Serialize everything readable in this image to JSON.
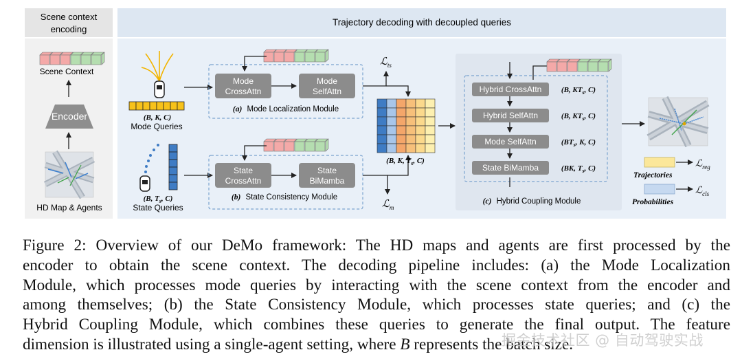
{
  "figure": {
    "panels": {
      "encoding_title_1": "Scene context",
      "encoding_title_2": "encoding",
      "decoding_title": "Trajectory decoding with decoupled queries"
    },
    "encoder": {
      "scene_context": "Scene Context",
      "encoder": "Encoder",
      "hd_map": "HD Map & Agents"
    },
    "mode_branch": {
      "dims": "(B, K, C)",
      "queries": "Mode Queries",
      "cross_attn_1": "Mode",
      "cross_attn_2": "CrossAttn",
      "self_attn_1": "Mode",
      "self_attn_2": "SelfAttn",
      "module_tag": "(a)",
      "module": "Mode Localization Module"
    },
    "state_branch": {
      "dims": "(B, T",
      "dims_sub": "s",
      "dims_end": ", C)",
      "queries": "State Queries",
      "cross_attn_1": "State",
      "cross_attn_2": "CrossAttn",
      "bimamba_1": "State",
      "bimamba_2": "BiMamba",
      "module_tag": "(b)",
      "module": "State Consistency Module"
    },
    "tensor": {
      "dims": "(B, K, T",
      "dims_sub": "s",
      "dims_end": ", C)"
    },
    "losses": {
      "ts": "ts",
      "m": "m",
      "reg": "reg",
      "cls": "cls"
    },
    "hybrid": {
      "rows": [
        {
          "label": "Hybrid CrossAttn",
          "dims": "(B, KT",
          "sub": "s",
          "end": ", C)"
        },
        {
          "label": "Hybrid SelfAttn",
          "dims": "(B, KT",
          "sub": "s",
          "end": ", C)"
        },
        {
          "label": "Mode SelfAttn",
          "dims": "(BT",
          "sub": "s",
          "end": ", K, C)"
        },
        {
          "label": "State BiMamba",
          "dims": "(BK, T",
          "sub": "s",
          "end": ", C)"
        }
      ],
      "module_tag": "(c)",
      "module": "Hybrid Coupling Module"
    },
    "outputs": {
      "trajectories": "Trajectories",
      "probabilities": "Probabilities"
    },
    "colors": {
      "panel_bg": "#e9f0f8",
      "header_bg": "#dde7f2",
      "enc_header_bg": "#e5e5e5",
      "block_grey": "#8c8c8c",
      "token_pink": "#f4a9a8",
      "token_green": "#b5deb0",
      "mode_query_yellow": "#f7c21a",
      "state_query_blue": "#3f7cc4",
      "traj_yellow": "#fbe79a",
      "prob_blue": "#c6d9f0"
    }
  },
  "caption": {
    "lines": [
      "Figure 2: Overview of our DeMo framework: The HD maps and agents are first processed by the",
      "encoder to obtain the scene context.  The decoding pipeline includes: (a) the Mode Localization",
      "Module, which processes mode queries by interacting with the scene context from the encoder and",
      "among themselves; (b) the State Consistency Module, which processes state queries; and (c) the",
      "Hybrid Coupling Module, which combines these queries to generate the final output.  The feature",
      "dimension is illustrated using a single-agent setting, where"
    ],
    "var_b": "B",
    "tail": "represents the batch size."
  },
  "watermark": "掘金技术社区 @ 自动驾驶实战"
}
